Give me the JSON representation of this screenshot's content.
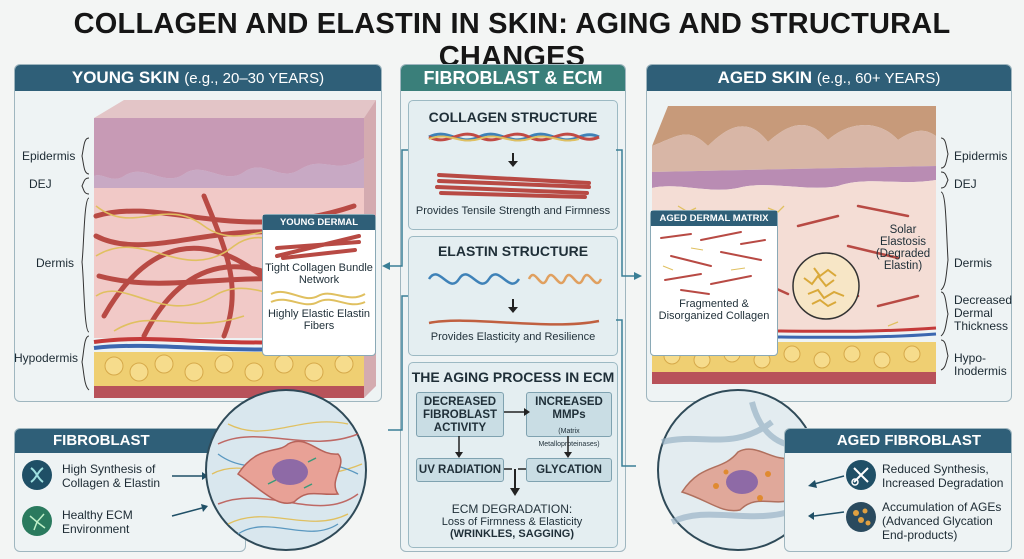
{
  "title": "COLLAGEN AND ELASTIN IN SKIN: AGING AND STRUCTURAL CHANGES",
  "young": {
    "header": "YOUNG SKIN",
    "header_sub": "(e.g., 20–30 YEARS)",
    "layers": [
      "Epidermis",
      "DEJ",
      "Dermis",
      "Hypodermis"
    ],
    "matrix_title": "YOUNG DERMAL MATRIX",
    "matrix_label1": "Tight Collagen Bundle Network",
    "matrix_label2": "Highly Elastic Elastin Fibers"
  },
  "aged": {
    "header": "AGED SKIN",
    "header_sub": "(e.g., 60+ YEARS)",
    "layers": [
      "Epidermis",
      "DEJ",
      "Dermis",
      "Decreased Dermal Thickness",
      "Hypo-Inodermis"
    ],
    "matrix_title": "AGED DERMAL MATRIX",
    "matrix_label": "Fragmented & Disorganized Collagen",
    "solar_label": "Solar Elastosis (Degraded Elastin)"
  },
  "center": {
    "header": "FIBROBLAST & ECM",
    "collagen_title": "COLLAGEN STRUCTURE",
    "collagen_text": "Provides Tensile Strength and Firmness",
    "elastin_title": "ELASTIN STRUCTURE",
    "elastin_text": "Provides Elasticity and Resilience",
    "aging_title": "THE AGING PROCESS IN ECM",
    "flow1": "DECREASED FIBROBLAST ACTIVITY",
    "flow2": "INCREASED MMPs",
    "flow2_sub": "(Matrix Metalloproteinases)",
    "flow3": "UV RADIATION",
    "flow4": "GLYCATION",
    "result_title": "ECM DEGRADATION:",
    "result_line1": "Loss of Firmness & Elasticity",
    "result_line2": "(WRINKLES, SAGGING)"
  },
  "fibroblast": {
    "header": "FIBROBLAST",
    "item1": "High Synthesis of Collagen & Elastin",
    "item2": "Healthy ECM Environment"
  },
  "aged_fibroblast": {
    "header": "AGED FIBROBLAST",
    "item1": "Reduced Synthesis, Increased Degradation",
    "item2": "Accumulation of AGEs (Advanced Glycation End-products)"
  },
  "colors": {
    "header": "#2f5f78",
    "collagen": "#b84a44",
    "elastin": "#e0c060",
    "epidermis": "#c79ab5",
    "hypodermis": "#efcf72"
  }
}
